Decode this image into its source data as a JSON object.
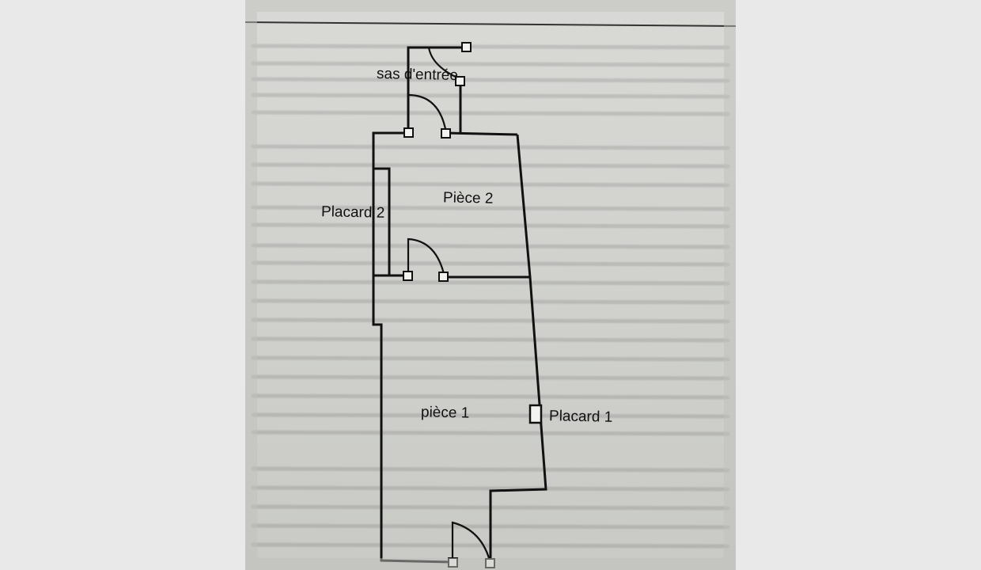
{
  "floor_plan": {
    "rooms": [
      {
        "key": "sas",
        "label": "sas d'entrée"
      },
      {
        "key": "piece2",
        "label": "Pièce 2"
      },
      {
        "key": "placard2",
        "label": "Placard 2"
      },
      {
        "key": "piece1",
        "label": "pièce 1"
      },
      {
        "key": "placard1",
        "label": "Placard 1"
      }
    ]
  },
  "colors": {
    "ink": "#111111",
    "paper": "#d2d3cf",
    "background": "#e9e9e9"
  }
}
